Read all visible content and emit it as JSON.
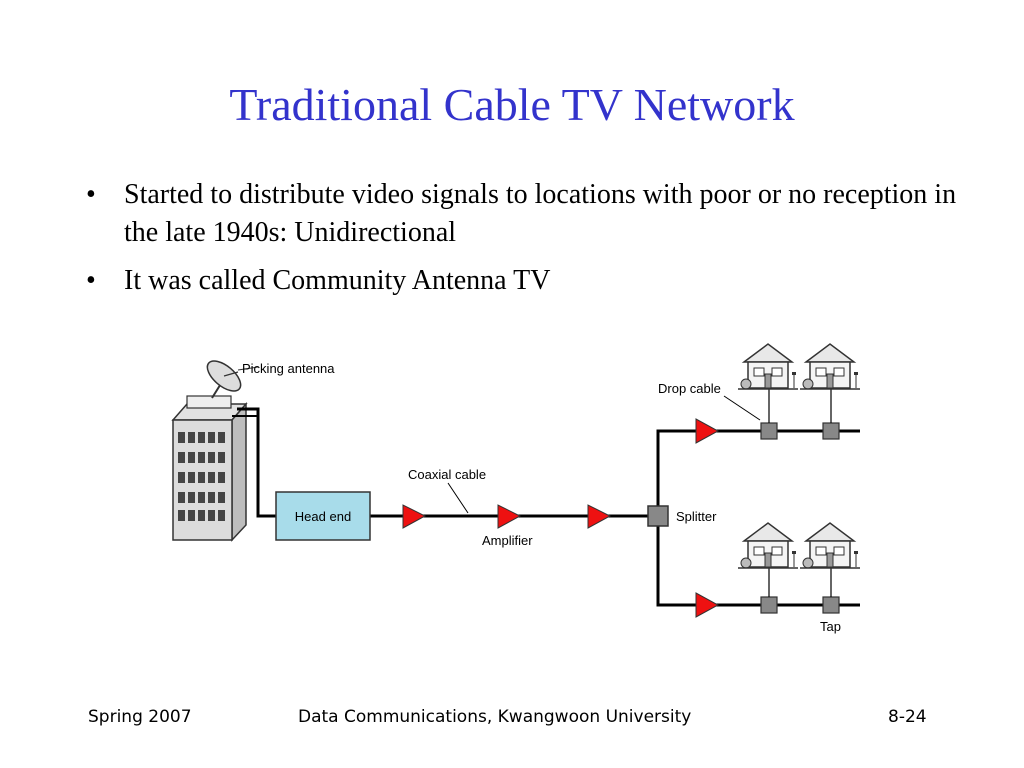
{
  "slide": {
    "title": "Traditional Cable TV Network",
    "bullets": [
      "Started to distribute video signals to locations with poor or no reception in the late 1940s: Unidirectional",
      "It was called Community Antenna TV"
    ]
  },
  "diagram": {
    "labels": {
      "picking_antenna": "Picking antenna",
      "drop_cable": "Drop cable",
      "coaxial_cable": "Coaxial cable",
      "head_end": "Head end",
      "amplifier": "Amplifier",
      "splitter": "Splitter",
      "tap": "Tap"
    },
    "colors": {
      "head_end_fill": "#a8dcea",
      "amplifier_fill": "#ee1111",
      "tap_fill": "#888888"
    }
  },
  "footer": {
    "left": "Spring 2007",
    "center": "Data Communications, Kwangwoon University",
    "right": "8-24"
  }
}
